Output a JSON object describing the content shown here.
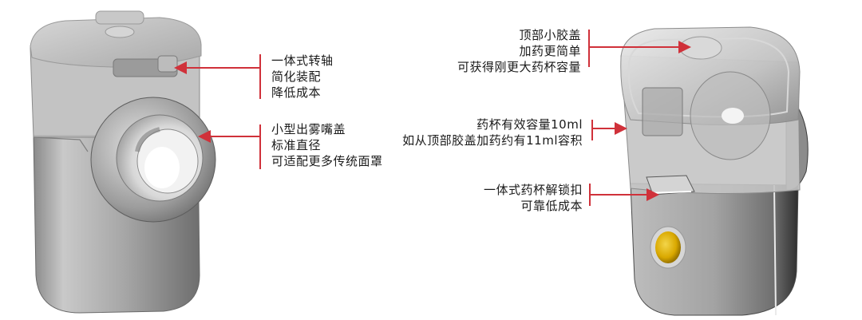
{
  "diagram": {
    "subject": "portable mesh nebulizer",
    "accent_color": "#d0313a",
    "button_color": "#e2b400",
    "left_view": {
      "callouts": [
        {
          "id": "hinge",
          "lines": [
            "一体式转轴",
            "简化装配",
            "降低成本"
          ]
        },
        {
          "id": "mouthpiece",
          "lines": [
            "小型出雾嘴盖",
            "标准直径",
            "可适配更多传统面罩"
          ]
        }
      ]
    },
    "right_view": {
      "callouts": [
        {
          "id": "top-cap",
          "lines": [
            "顶部小胶盖",
            "加药更简单",
            "可获得刚更大药杯容量"
          ]
        },
        {
          "id": "cup-capacity",
          "lines": [
            "药杯有效容量10ml",
            "如从顶部胶盖加药约有11ml容积"
          ]
        },
        {
          "id": "cup-latch",
          "lines": [
            "一体式药杯解锁扣",
            "可靠低成本"
          ]
        }
      ]
    }
  }
}
